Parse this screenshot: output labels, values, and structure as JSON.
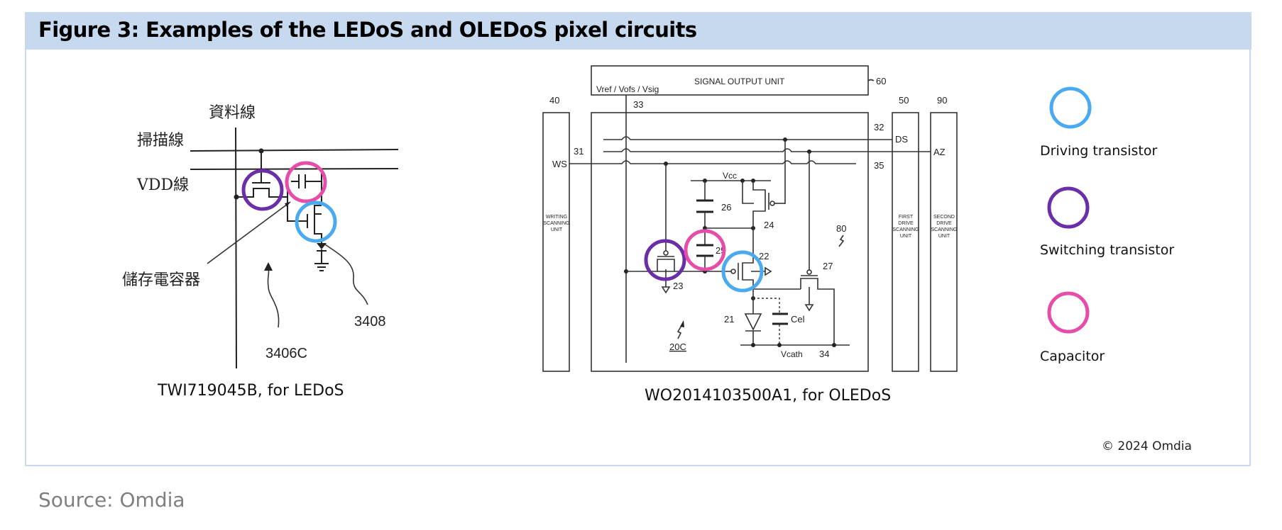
{
  "figure": {
    "title": "Figure 3: Examples of the LEDoS and OLEDoS pixel circuits",
    "copyright": "© 2024 Omdia",
    "source": "Source: Omdia"
  },
  "colors": {
    "header_bg": "#c6d9ef",
    "driving_transistor": "#4aaaf0",
    "switching_transistor": "#6a2ea8",
    "capacitor": "#e64da8",
    "source_text": "#7f7f7f"
  },
  "left_circuit": {
    "caption": "TWI719045B, for LEDoS",
    "labels": {
      "data_line": "資料線",
      "scan_line": "掃描線",
      "vdd_line": "VDD線",
      "storage_capacitor": "儲存電容器",
      "ref_pixel": "3406C",
      "ref_led": "3408"
    }
  },
  "right_circuit": {
    "caption": "WO2014103500A1, for OLEDoS",
    "labels": {
      "signal_output_unit": "SIGNAL OUTPUT UNIT",
      "ref_60": "60",
      "vref_vofs_vsig": "Vref / Vofs / Vsig",
      "ref_33": "33",
      "ref_40": "40",
      "ref_50": "50",
      "ref_90": "90",
      "ref_31": "31",
      "ref_32": "32",
      "ref_35": "35",
      "ws": "WS",
      "ds": "DS",
      "az": "AZ",
      "writing_unit": [
        "WRITING",
        "SCANNING",
        "UNIT"
      ],
      "first_drive_unit": [
        "FIRST",
        "DRIVE",
        "SCANNING",
        "UNIT"
      ],
      "second_drive_unit": [
        "SECOND",
        "DRIVE",
        "SCANNING",
        "UNIT"
      ],
      "vcc": "Vcc",
      "ref_26": "26",
      "ref_24": "24",
      "ref_25": "25",
      "ref_22": "22",
      "ref_23": "23",
      "ref_27": "27",
      "ref_80": "80",
      "ref_21": "21",
      "cel": "Cel",
      "vcath": "Vcath",
      "ref_34": "34",
      "ref_20c": "20C"
    }
  },
  "legend": {
    "items": [
      {
        "label": "Driving transistor",
        "color_key": "driving_transistor"
      },
      {
        "label": "Switching transistor",
        "color_key": "switching_transistor"
      },
      {
        "label": "Capacitor",
        "color_key": "capacitor"
      }
    ]
  }
}
